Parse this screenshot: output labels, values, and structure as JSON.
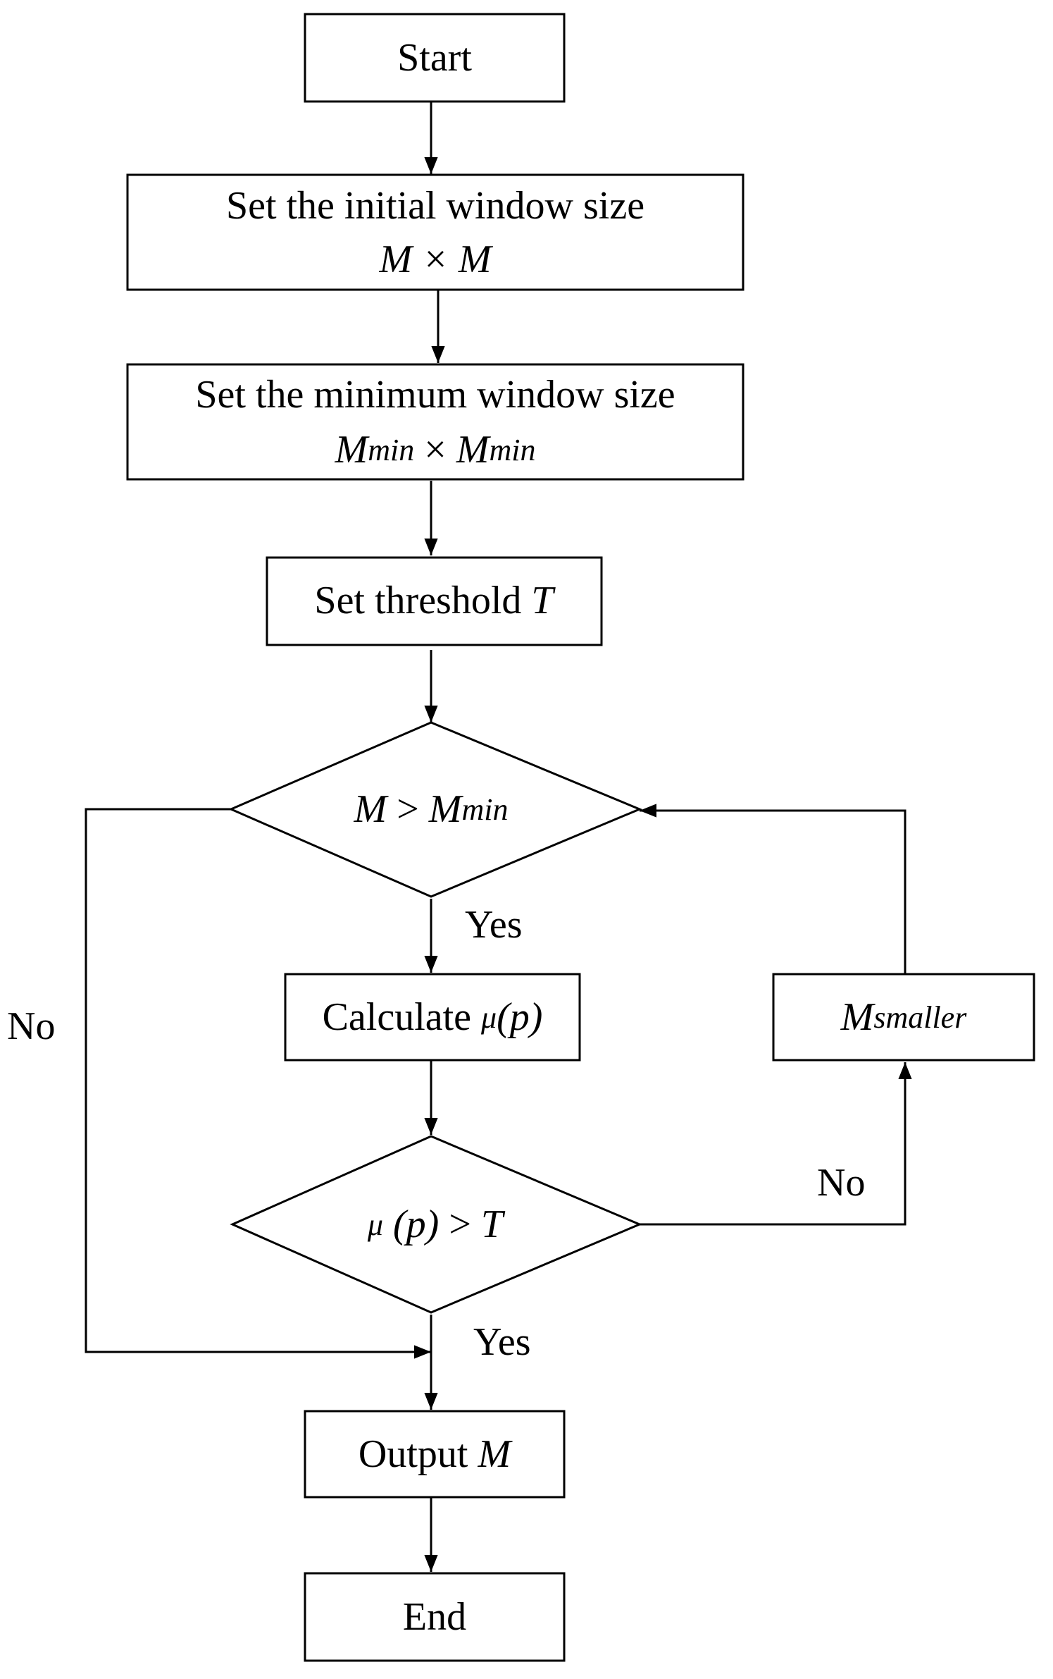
{
  "nodes": {
    "start": {
      "label": "Start"
    },
    "init_window": {
      "label": "Set the initial window size",
      "formula": "M × M"
    },
    "min_window": {
      "label": "Set the minimum window size",
      "var": "M",
      "sub": "min",
      "times": "×"
    },
    "threshold": {
      "label": "Set threshold ",
      "var": "T"
    },
    "decision1": {
      "lhs": "M",
      "op": ">",
      "rhs": "M",
      "sub": "min"
    },
    "calculate": {
      "label": "Calculate ",
      "mu": "μ",
      "arg": "(p)"
    },
    "smaller": {
      "var": "M",
      "sub": "smaller"
    },
    "decision2": {
      "mu": "μ",
      "arg": "(p)",
      "op": ">",
      "rhs": "T"
    },
    "output": {
      "label": "Output ",
      "var": "M"
    },
    "end": {
      "label": "End"
    }
  },
  "edge_labels": {
    "yes1": "Yes",
    "no1": "No",
    "no2": "No",
    "yes2": "Yes"
  },
  "colors": {
    "stroke": "#000000",
    "background": "#ffffff"
  }
}
